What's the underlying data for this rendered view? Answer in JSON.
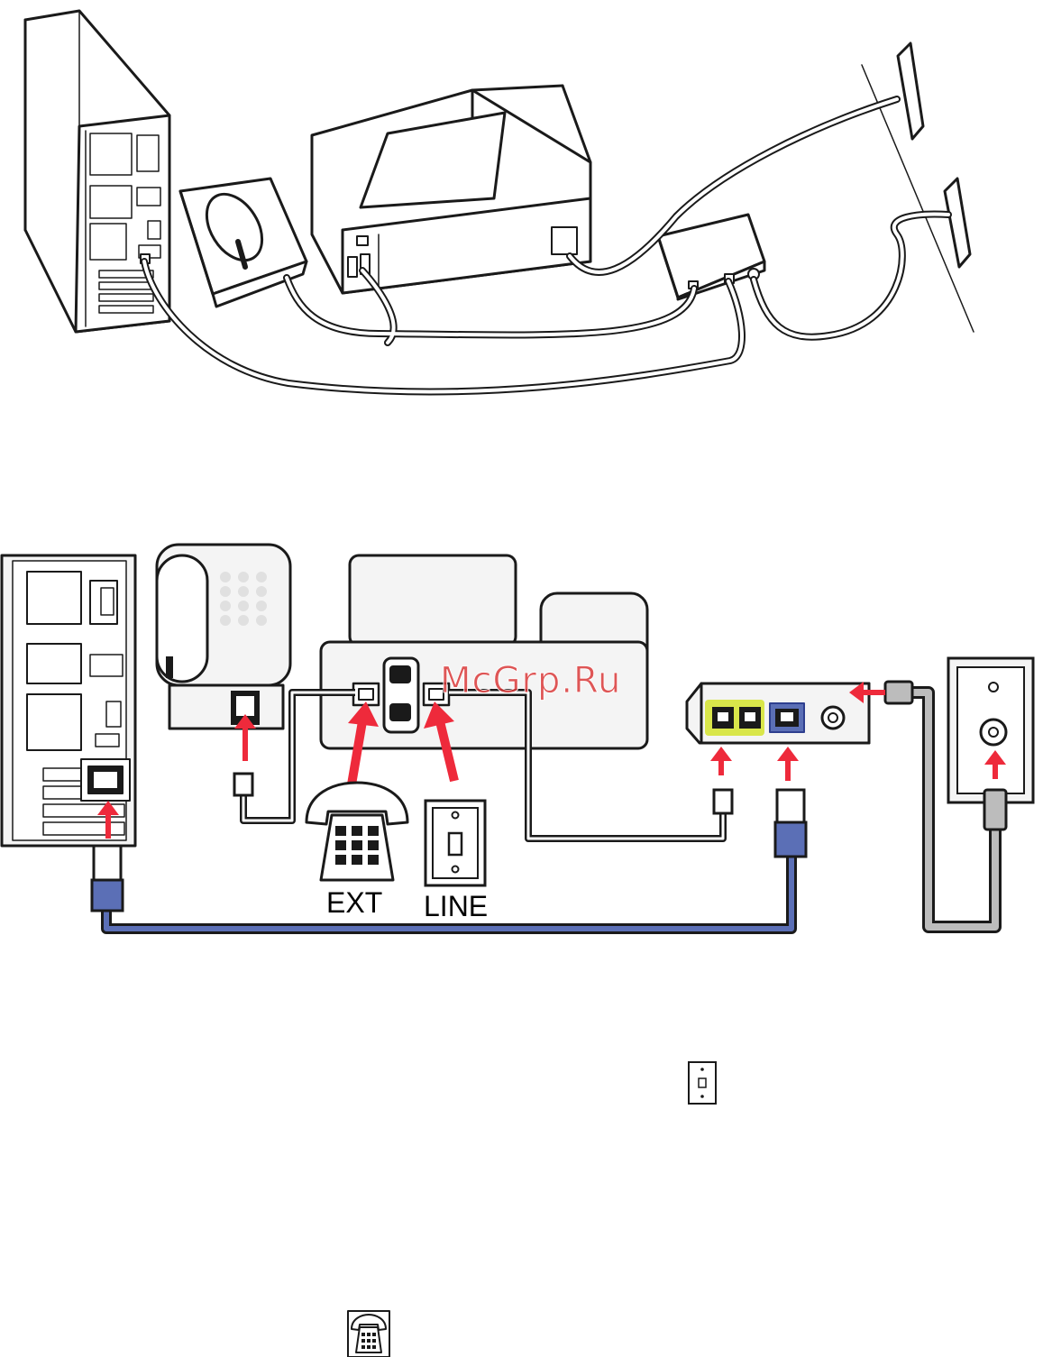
{
  "labels": {
    "ext": "EXT",
    "line": "LINE"
  },
  "watermark": {
    "text": "McGrp.Ru"
  },
  "colors": {
    "ink": "#1a1a1a",
    "arrow_red": "#ee2a3b",
    "ethernet_blue": "#5b6fb6",
    "ethernet_blue_dark": "#2e3f8f",
    "port_yellow": "#d9e64a",
    "coax_gray": "#bcbcbc",
    "panel_gray": "#f4f4f4",
    "watermark_red": "#d93a3a"
  },
  "icons": [
    "computer-tower-icon",
    "telephone-icon",
    "printer-icon",
    "dsl-modem-icon",
    "wall-jack-icon",
    "phone-jack-icon",
    "telephone-handset-icon"
  ]
}
